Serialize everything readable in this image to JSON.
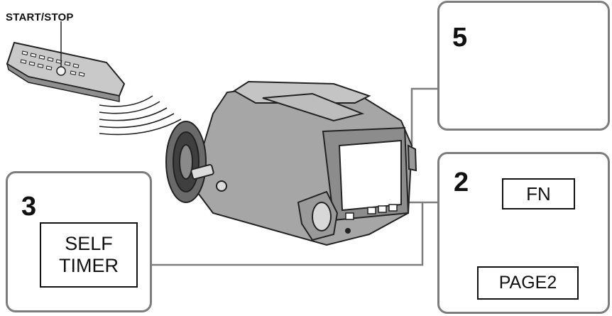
{
  "remote": {
    "label": "START/STOP"
  },
  "steps": {
    "step5": {
      "number": "5"
    },
    "step2": {
      "number": "2",
      "button_top": "FN",
      "button_bottom": "PAGE2"
    },
    "step3": {
      "number": "3",
      "button_line1": "SELF",
      "button_line2": "TIMER"
    }
  },
  "colors": {
    "panel_border": "#7d7d7d",
    "arrow": "#5c5c5c",
    "connector": "#7d7d7d"
  }
}
